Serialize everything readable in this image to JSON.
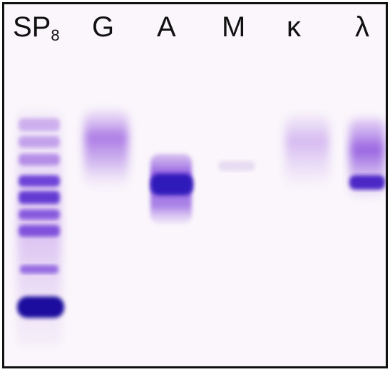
{
  "lanes": [
    {
      "id": "sp",
      "label": "SP",
      "subscript": "8"
    },
    {
      "id": "g",
      "label": "G",
      "subscript": ""
    },
    {
      "id": "a",
      "label": "A",
      "subscript": ""
    },
    {
      "id": "m",
      "label": "M",
      "subscript": ""
    },
    {
      "id": "k",
      "label": "κ",
      "subscript": ""
    },
    {
      "id": "l",
      "label": "λ",
      "subscript": ""
    }
  ],
  "colors": {
    "border": "#111111",
    "background": "#faf6fb",
    "band_dark": "#1a0f9e",
    "band_mid": "#6a2fd6",
    "band_light": "#c9a6ee"
  }
}
